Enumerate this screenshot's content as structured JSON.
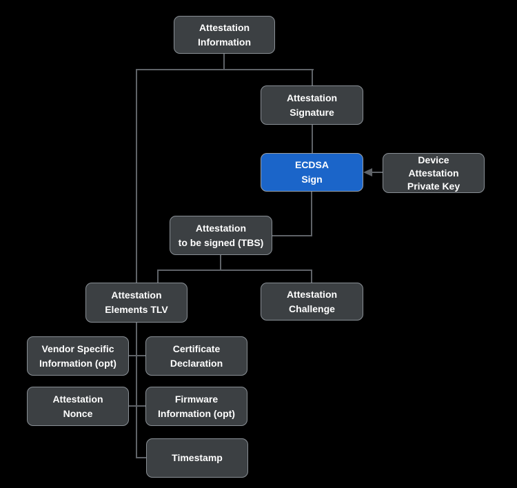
{
  "diagram": {
    "colors": {
      "background": "#000000",
      "node_fill": "#3c4043",
      "node_border": "#8a9096",
      "accent_node_fill": "#1b65c9",
      "connector_line": "#5f6368",
      "text": "#ffffff"
    },
    "nodes": {
      "attestation_information": {
        "label": "Attestation\nInformation"
      },
      "attestation_signature": {
        "label": "Attestation\nSignature"
      },
      "ecdsa_sign": {
        "label": "ECDSA\nSign"
      },
      "device_attestation_private_key": {
        "label": "Device\nAttestation\nPrivate Key"
      },
      "attestation_tbs": {
        "label": "Attestation\nto be signed (TBS)"
      },
      "attestation_elements_tlv": {
        "label": "Attestation\nElements TLV"
      },
      "attestation_challenge": {
        "label": "Attestation\nChallenge"
      },
      "vendor_specific_information": {
        "label": "Vendor Specific\nInformation (opt)"
      },
      "certificate_declaration": {
        "label": "Certificate\nDeclaration"
      },
      "attestation_nonce": {
        "label": "Attestation\nNonce"
      },
      "firmware_information": {
        "label": "Firmware\nInformation (opt)"
      },
      "timestamp": {
        "label": "Timestamp"
      }
    },
    "edges": [
      {
        "from": "attestation_information",
        "to": "attestation_signature",
        "style": "line"
      },
      {
        "from": "attestation_information",
        "to": "attestation_elements_tlv",
        "style": "line"
      },
      {
        "from": "attestation_signature",
        "to": "ecdsa_sign",
        "style": "line"
      },
      {
        "from": "device_attestation_private_key",
        "to": "ecdsa_sign",
        "style": "arrow"
      },
      {
        "from": "ecdsa_sign",
        "to": "attestation_tbs",
        "style": "line"
      },
      {
        "from": "attestation_tbs",
        "to": "attestation_elements_tlv",
        "style": "line"
      },
      {
        "from": "attestation_tbs",
        "to": "attestation_challenge",
        "style": "line"
      },
      {
        "from": "attestation_elements_tlv",
        "to": "vendor_specific_information",
        "style": "line"
      },
      {
        "from": "attestation_elements_tlv",
        "to": "certificate_declaration",
        "style": "line"
      },
      {
        "from": "attestation_elements_tlv",
        "to": "attestation_nonce",
        "style": "line"
      },
      {
        "from": "attestation_elements_tlv",
        "to": "firmware_information",
        "style": "line"
      },
      {
        "from": "attestation_elements_tlv",
        "to": "timestamp",
        "style": "line"
      }
    ]
  }
}
